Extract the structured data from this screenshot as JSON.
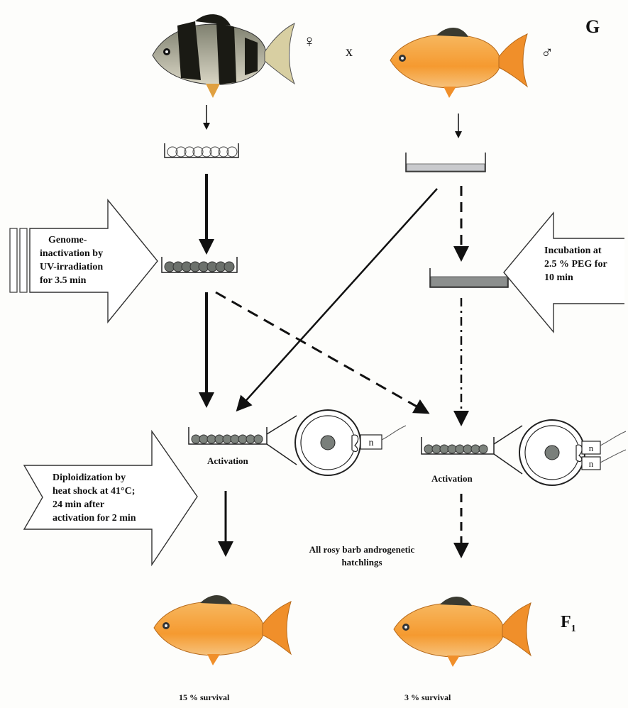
{
  "diagram": {
    "generation_label": "G",
    "female_symbol": "♀",
    "cross_symbol": "x",
    "male_symbol": "♂",
    "offspring_label": "F",
    "offspring_subscript": "1",
    "left_process": {
      "line1": "Genome-",
      "line2": "inactivation by",
      "line3": "UV-irradiation",
      "line4": "for 3.5 min"
    },
    "right_process": {
      "line1": "Incubation at",
      "line2": "2.5 % PEG for",
      "line3": "10 min"
    },
    "diploid_process": {
      "line1": "Diploidization by",
      "line2": "heat shock at 41°C;",
      "line3": "24 min after",
      "line4": "activation for 2 min"
    },
    "activation_left": "Activation",
    "activation_right": "Activation",
    "egg_label_left": "n",
    "egg_label_right_top": "n",
    "egg_label_right_bottom": "n",
    "hatchlings_line1": "All rosy barb androgenetic",
    "hatchlings_line2": "hatchlings",
    "survival_left": "15 % survival",
    "survival_right": "3 % survival",
    "colors": {
      "tiger_barb_body": "#b8b6a0",
      "tiger_barb_band": "#1a1a14",
      "rosy_barb_body": "#f5a845",
      "rosy_barb_fin": "#f08f2a",
      "sperm_plain": "#c9cacd",
      "sperm_treated": "#8c8f8e",
      "egg_dark": "#6c716c"
    }
  }
}
